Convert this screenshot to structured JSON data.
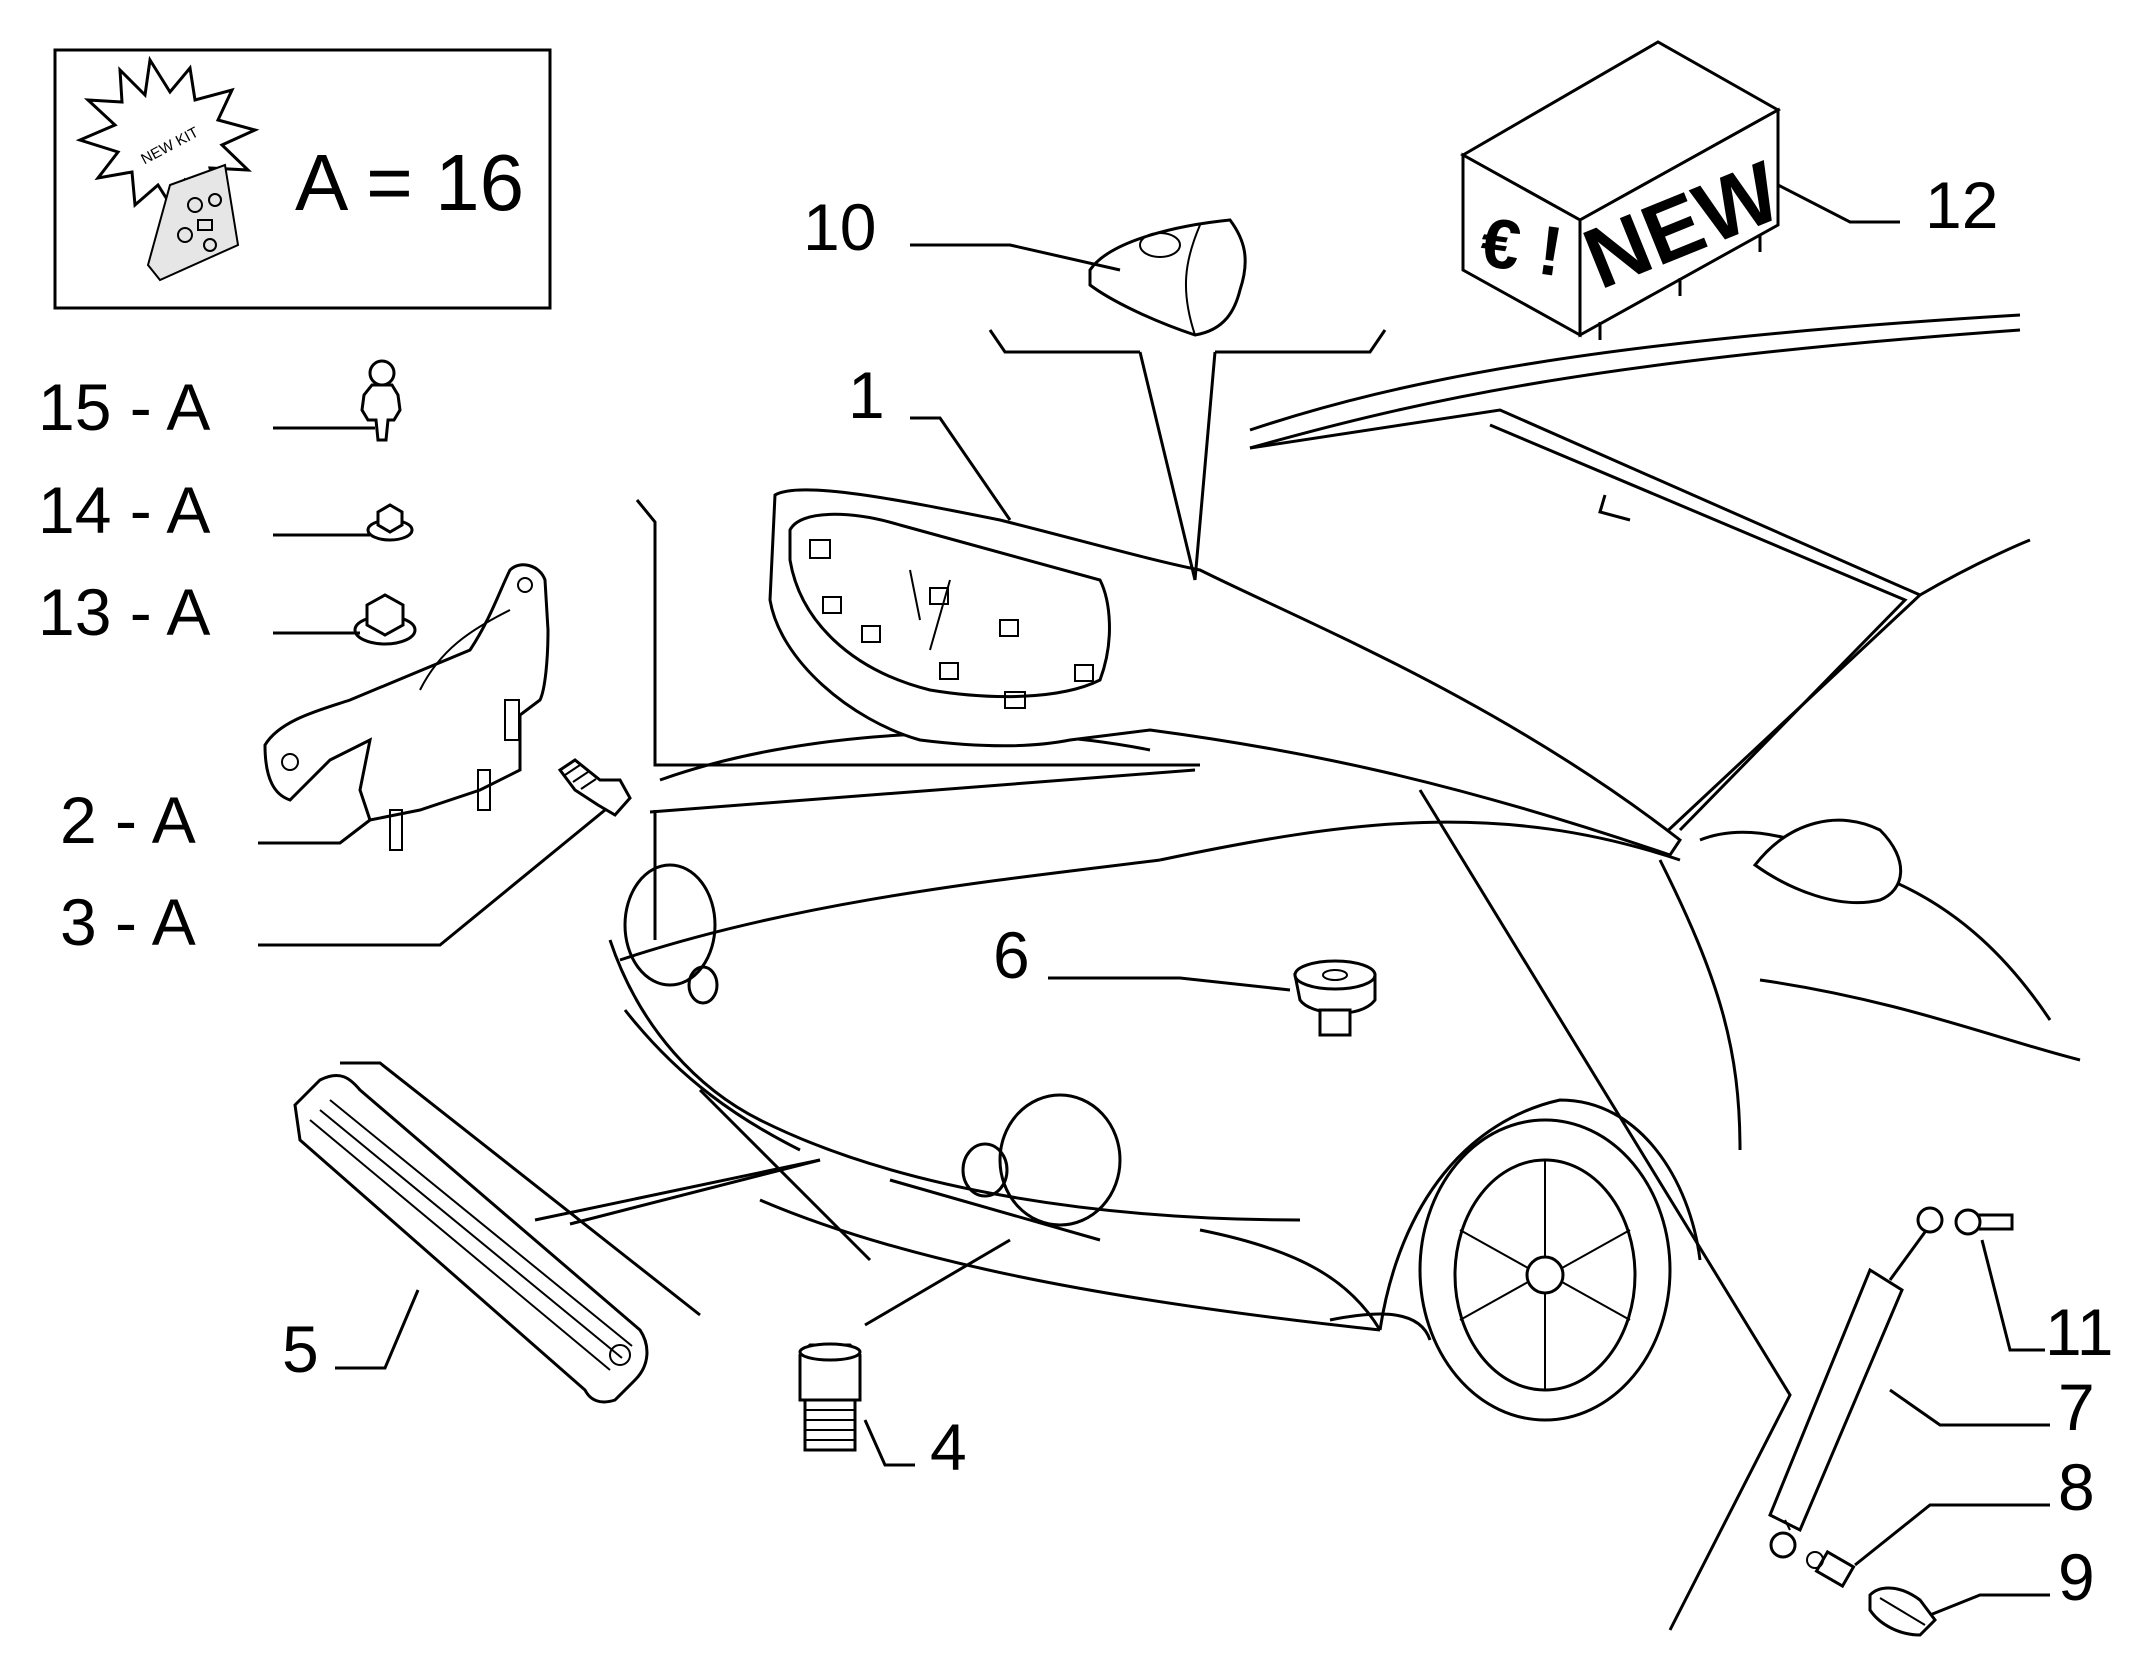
{
  "kit_box": {
    "star_label": "NEW KIT",
    "formula": "A = 16"
  },
  "crate": {
    "label": "NEW",
    "symbol": "€ !"
  },
  "callouts": [
    {
      "id": "1",
      "text": "1"
    },
    {
      "id": "2",
      "text": "2 - A"
    },
    {
      "id": "3",
      "text": "3 - A"
    },
    {
      "id": "4",
      "text": "4"
    },
    {
      "id": "5",
      "text": "5"
    },
    {
      "id": "6",
      "text": "6"
    },
    {
      "id": "7",
      "text": "7"
    },
    {
      "id": "8",
      "text": "8"
    },
    {
      "id": "9",
      "text": "9"
    },
    {
      "id": "10",
      "text": "10"
    },
    {
      "id": "11",
      "text": "11"
    },
    {
      "id": "12",
      "text": "12"
    },
    {
      "id": "13",
      "text": "13 - A"
    },
    {
      "id": "14",
      "text": "14 - A"
    },
    {
      "id": "15",
      "text": "15 - A"
    }
  ]
}
